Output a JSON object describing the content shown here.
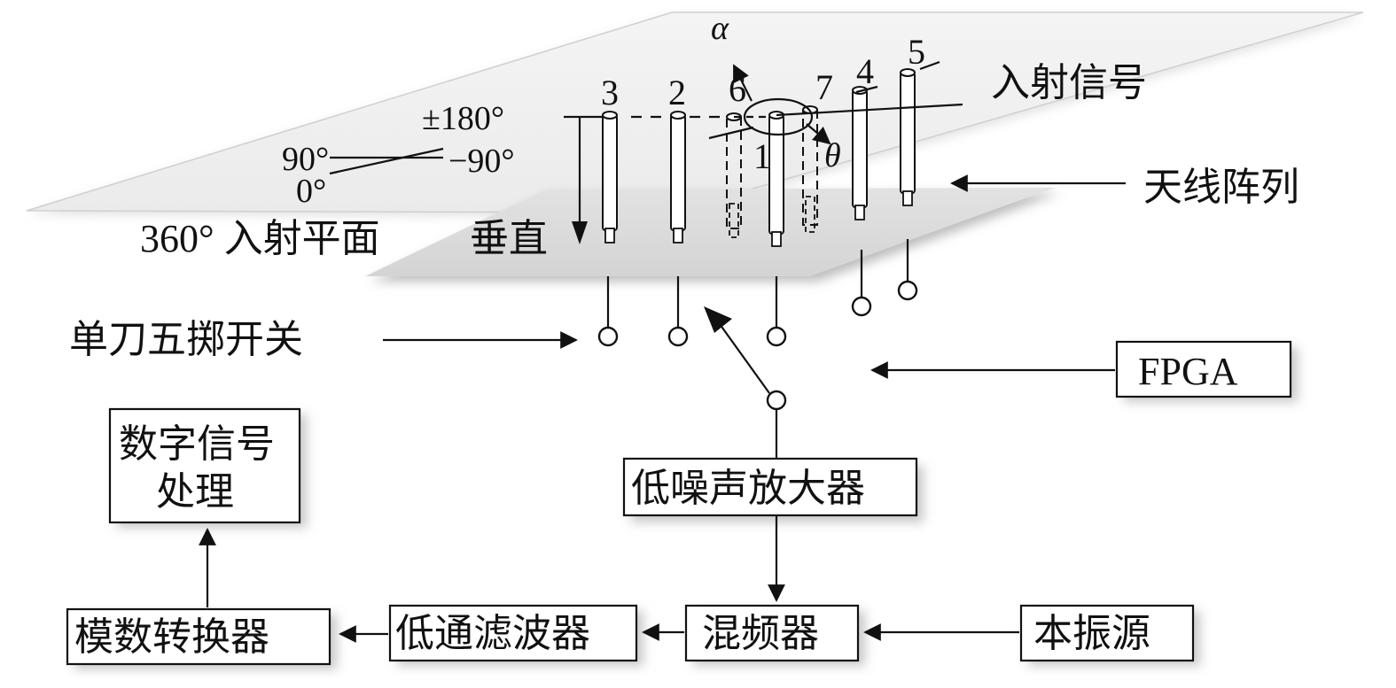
{
  "labels": {
    "incident_signal": "入射信号",
    "antenna_array": "天线阵列",
    "plane_label": "360° 入射平面",
    "vertical": "垂直",
    "spst5_switch": "单刀五掷开关",
    "fpga": "FPGA",
    "lna": "低噪声放大器",
    "mixer": "混频器",
    "local_osc": "本振源",
    "lpf": "低通滤波器",
    "adc": "模数转换器",
    "dsp_line1": "数字信号",
    "dsp_line2": "处理"
  },
  "angles": {
    "pm180": "±180°",
    "deg90": "90°",
    "deg0": "0°",
    "neg90": "−90°",
    "alpha": "α",
    "theta": "θ"
  },
  "antenna_numbers": [
    "3",
    "2",
    "6",
    "1",
    "7",
    "4",
    "5"
  ]
}
